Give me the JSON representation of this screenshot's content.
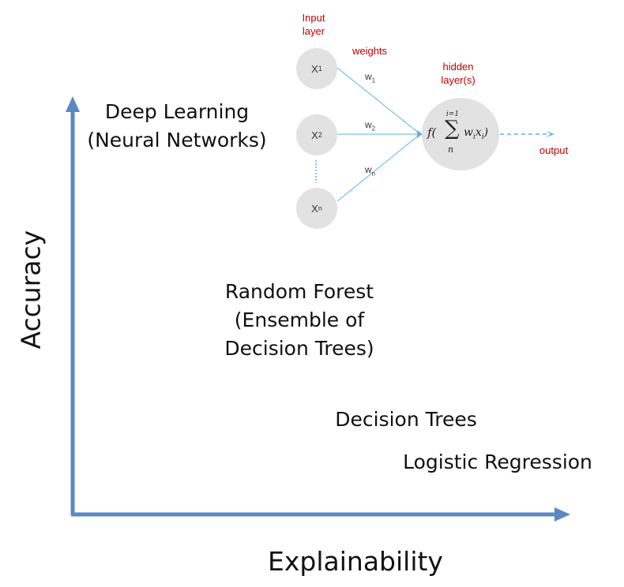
{
  "axes": {
    "y_label": "Accuracy",
    "x_label": "Explainability",
    "color": "#5b87c5"
  },
  "models": [
    {
      "id": "deep-learning",
      "text": "Deep Learning\n(Neural Networks)"
    },
    {
      "id": "random-forest",
      "text": "Random Forest\n(Ensemble of\nDecision Trees)"
    },
    {
      "id": "decision-trees",
      "text": "Decision Trees"
    },
    {
      "id": "logistic-regression",
      "text": "Logistic Regression"
    }
  ],
  "network": {
    "input_layer_label": "Input\nlayer",
    "weights_label": "weights",
    "hidden_layer_label": "hidden\nlayer(s)",
    "output_label": "output",
    "inputs": [
      {
        "base": "X",
        "sub": "1"
      },
      {
        "base": "X",
        "sub": "2"
      },
      {
        "base": "X",
        "sub": "n"
      }
    ],
    "weights": [
      {
        "base": "w",
        "sub": "1"
      },
      {
        "base": "w",
        "sub": "2"
      },
      {
        "base": "w",
        "sub": "n"
      }
    ],
    "formula": {
      "func": "f(",
      "sum_top": "i=1",
      "sum_symbol": "∑",
      "sum_bottom": "n",
      "term": "w",
      "term_sub1": "i",
      "term_mid": "x",
      "term_sub2": "i",
      "close": ")"
    },
    "label_color": "#c00000",
    "node_color": "#e2e2e2",
    "connector_color": "#5bb4e6"
  }
}
